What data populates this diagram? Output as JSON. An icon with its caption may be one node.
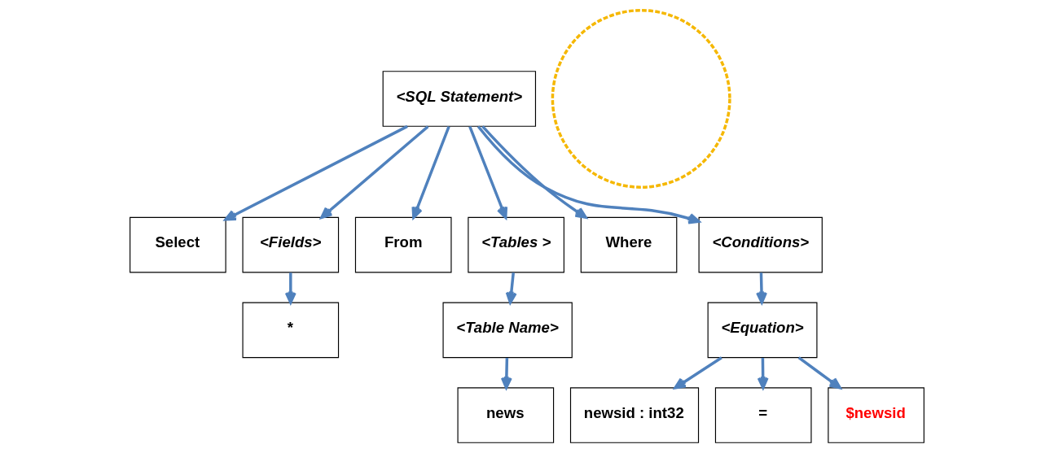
{
  "diagram": {
    "nodes": [
      {
        "text": [
          "<SQL Statement>"
        ]
      },
      {
        "text": [
          "Select"
        ]
      },
      {
        "text": [
          "<Fields>"
        ]
      },
      {
        "text": [
          "From"
        ]
      },
      {
        "text": [
          "<Tables >"
        ]
      },
      {
        "text": [
          "Where"
        ]
      },
      {
        "text": [
          "<Conditions>"
        ]
      },
      {
        "text": [
          "*"
        ]
      },
      {
        "text": [
          "<Table Name>"
        ]
      },
      {
        "text": [
          "news"
        ]
      },
      {
        "text": [
          "<Equation>"
        ]
      },
      {
        "text": [
          "newsid : int32"
        ]
      },
      {
        "text": [
          "="
        ]
      },
      {
        "text": [
          "$newsid"
        ]
      },
      {
        "text": [],
        "shape": "circle"
      }
    ],
    "edges": [
      {
        "from": 0,
        "to": 1,
        "arrow": "to"
      },
      {
        "from": 0,
        "to": 2,
        "arrow": "to"
      },
      {
        "from": 0,
        "to": 3,
        "arrow": "to"
      },
      {
        "from": 0,
        "to": 4,
        "arrow": "to"
      },
      {
        "from": 0,
        "to": 5,
        "arrow": "to"
      },
      {
        "from": 0,
        "to": 6,
        "arrow": "to"
      },
      {
        "from": 2,
        "to": 7,
        "arrow": "to"
      },
      {
        "from": 4,
        "to": 8,
        "arrow": "to"
      },
      {
        "from": 8,
        "to": 9,
        "arrow": "to"
      },
      {
        "from": 6,
        "to": 10,
        "arrow": "to"
      },
      {
        "from": 10,
        "to": 11,
        "arrow": "to"
      },
      {
        "from": 10,
        "to": 12,
        "arrow": "to"
      },
      {
        "from": 10,
        "to": 13,
        "arrow": "to"
      }
    ]
  }
}
